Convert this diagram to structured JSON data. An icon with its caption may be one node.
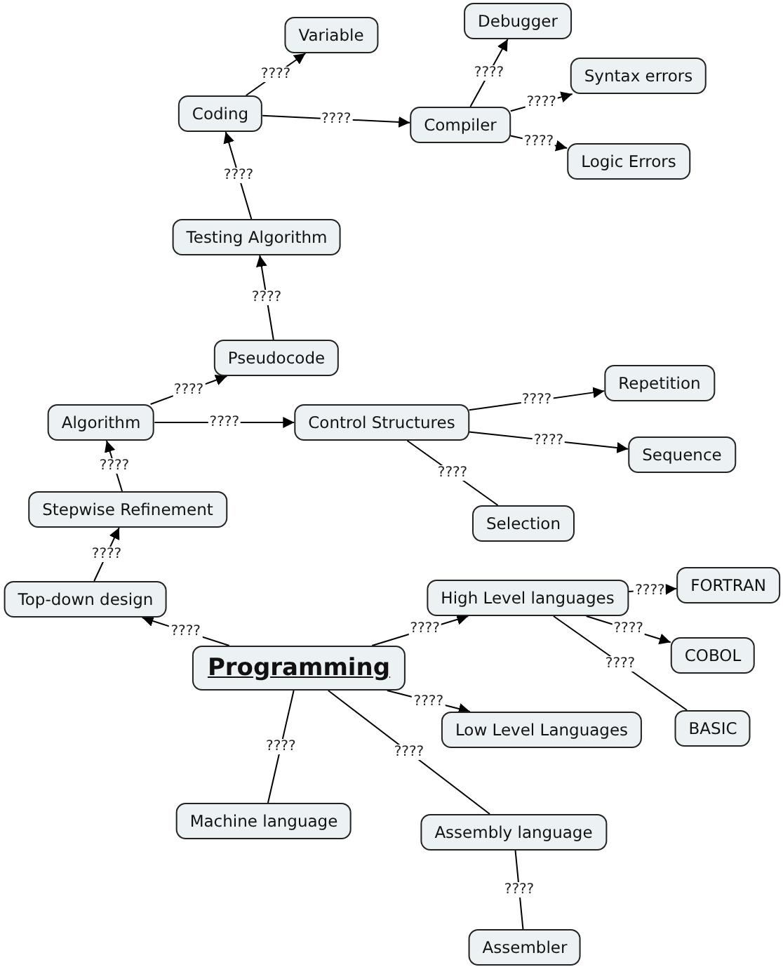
{
  "diagram": {
    "nodes": [
      {
        "text": [
          "Programming"
        ]
      },
      {
        "text": [
          "Top-down design"
        ]
      },
      {
        "text": [
          "Stepwise Refinement"
        ]
      },
      {
        "text": [
          "Algorithm"
        ]
      },
      {
        "text": [
          "Pseudocode"
        ]
      },
      {
        "text": [
          "Testing Algorithm"
        ]
      },
      {
        "text": [
          "Coding"
        ]
      },
      {
        "text": [
          "Variable"
        ]
      },
      {
        "text": [
          "Compiler"
        ]
      },
      {
        "text": [
          "Debugger"
        ]
      },
      {
        "text": [
          "Syntax errors"
        ]
      },
      {
        "text": [
          "Logic Errors"
        ]
      },
      {
        "text": [
          "Control Structures"
        ]
      },
      {
        "text": [
          "Repetition"
        ]
      },
      {
        "text": [
          "Sequence"
        ]
      },
      {
        "text": [
          "Selection"
        ]
      },
      {
        "text": [
          "High Level languages"
        ]
      },
      {
        "text": [
          "FORTRAN"
        ]
      },
      {
        "text": [
          "COBOL"
        ]
      },
      {
        "text": [
          "BASIC"
        ]
      },
      {
        "text": [
          "Low Level Languages"
        ]
      },
      {
        "text": [
          "Machine language"
        ]
      },
      {
        "text": [
          "Assembly language"
        ]
      },
      {
        "text": [
          "Assembler"
        ]
      }
    ],
    "edges": [
      {
        "from": 0,
        "to": 1,
        "arrow": "to",
        "label": "????"
      },
      {
        "from": 1,
        "to": 2,
        "arrow": "to",
        "label": "????"
      },
      {
        "from": 2,
        "to": 3,
        "arrow": "to",
        "label": "????"
      },
      {
        "from": 3,
        "to": 4,
        "arrow": "to",
        "label": "????"
      },
      {
        "from": 4,
        "to": 5,
        "arrow": "to",
        "label": "????"
      },
      {
        "from": 5,
        "to": 6,
        "arrow": "to",
        "label": "????"
      },
      {
        "from": 6,
        "to": 7,
        "arrow": "to",
        "label": "????"
      },
      {
        "from": 6,
        "to": 8,
        "arrow": "to",
        "label": "????"
      },
      {
        "from": 8,
        "to": 9,
        "arrow": "to",
        "label": "????"
      },
      {
        "from": 8,
        "to": 10,
        "arrow": "to",
        "label": "????"
      },
      {
        "from": 8,
        "to": 11,
        "arrow": "to",
        "label": "????"
      },
      {
        "from": 3,
        "to": 12,
        "arrow": "to",
        "label": "????"
      },
      {
        "from": 12,
        "to": 13,
        "arrow": "to",
        "label": "????"
      },
      {
        "from": 12,
        "to": 14,
        "arrow": "to",
        "label": "????"
      },
      {
        "from": 12,
        "to": 15,
        "arrow": "none",
        "label": "????"
      },
      {
        "from": 0,
        "to": 16,
        "arrow": "to",
        "label": "????"
      },
      {
        "from": 16,
        "to": 17,
        "arrow": "to",
        "label": "????"
      },
      {
        "from": 16,
        "to": 18,
        "arrow": "to",
        "label": "????"
      },
      {
        "from": 16,
        "to": 19,
        "arrow": "none",
        "label": "????"
      },
      {
        "from": 0,
        "to": 20,
        "arrow": "to",
        "label": "????"
      },
      {
        "from": 0,
        "to": 21,
        "arrow": "none",
        "label": "????"
      },
      {
        "from": 0,
        "to": 22,
        "arrow": "none",
        "label": "????"
      },
      {
        "from": 22,
        "to": 23,
        "arrow": "none",
        "label": "????"
      }
    ]
  }
}
